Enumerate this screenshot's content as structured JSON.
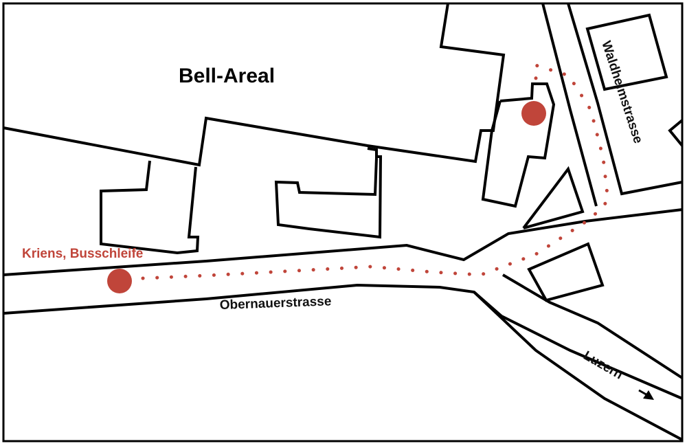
{
  "map": {
    "area_label": "Bell-Areal",
    "streets": {
      "obernauerstrasse": "Obernauerstrasse",
      "waldheimstrasse": "Waldheimstrasse",
      "luzern": "Luzern"
    },
    "start_stop": "Kriens, Busschleife",
    "colors": {
      "route": "#c0453a",
      "outline": "#000000",
      "background": "#ffffff"
    },
    "icons": {
      "direction_arrow": "arrow-right-icon",
      "start_marker": "circle-marker-icon",
      "end_marker": "circle-marker-icon"
    }
  }
}
